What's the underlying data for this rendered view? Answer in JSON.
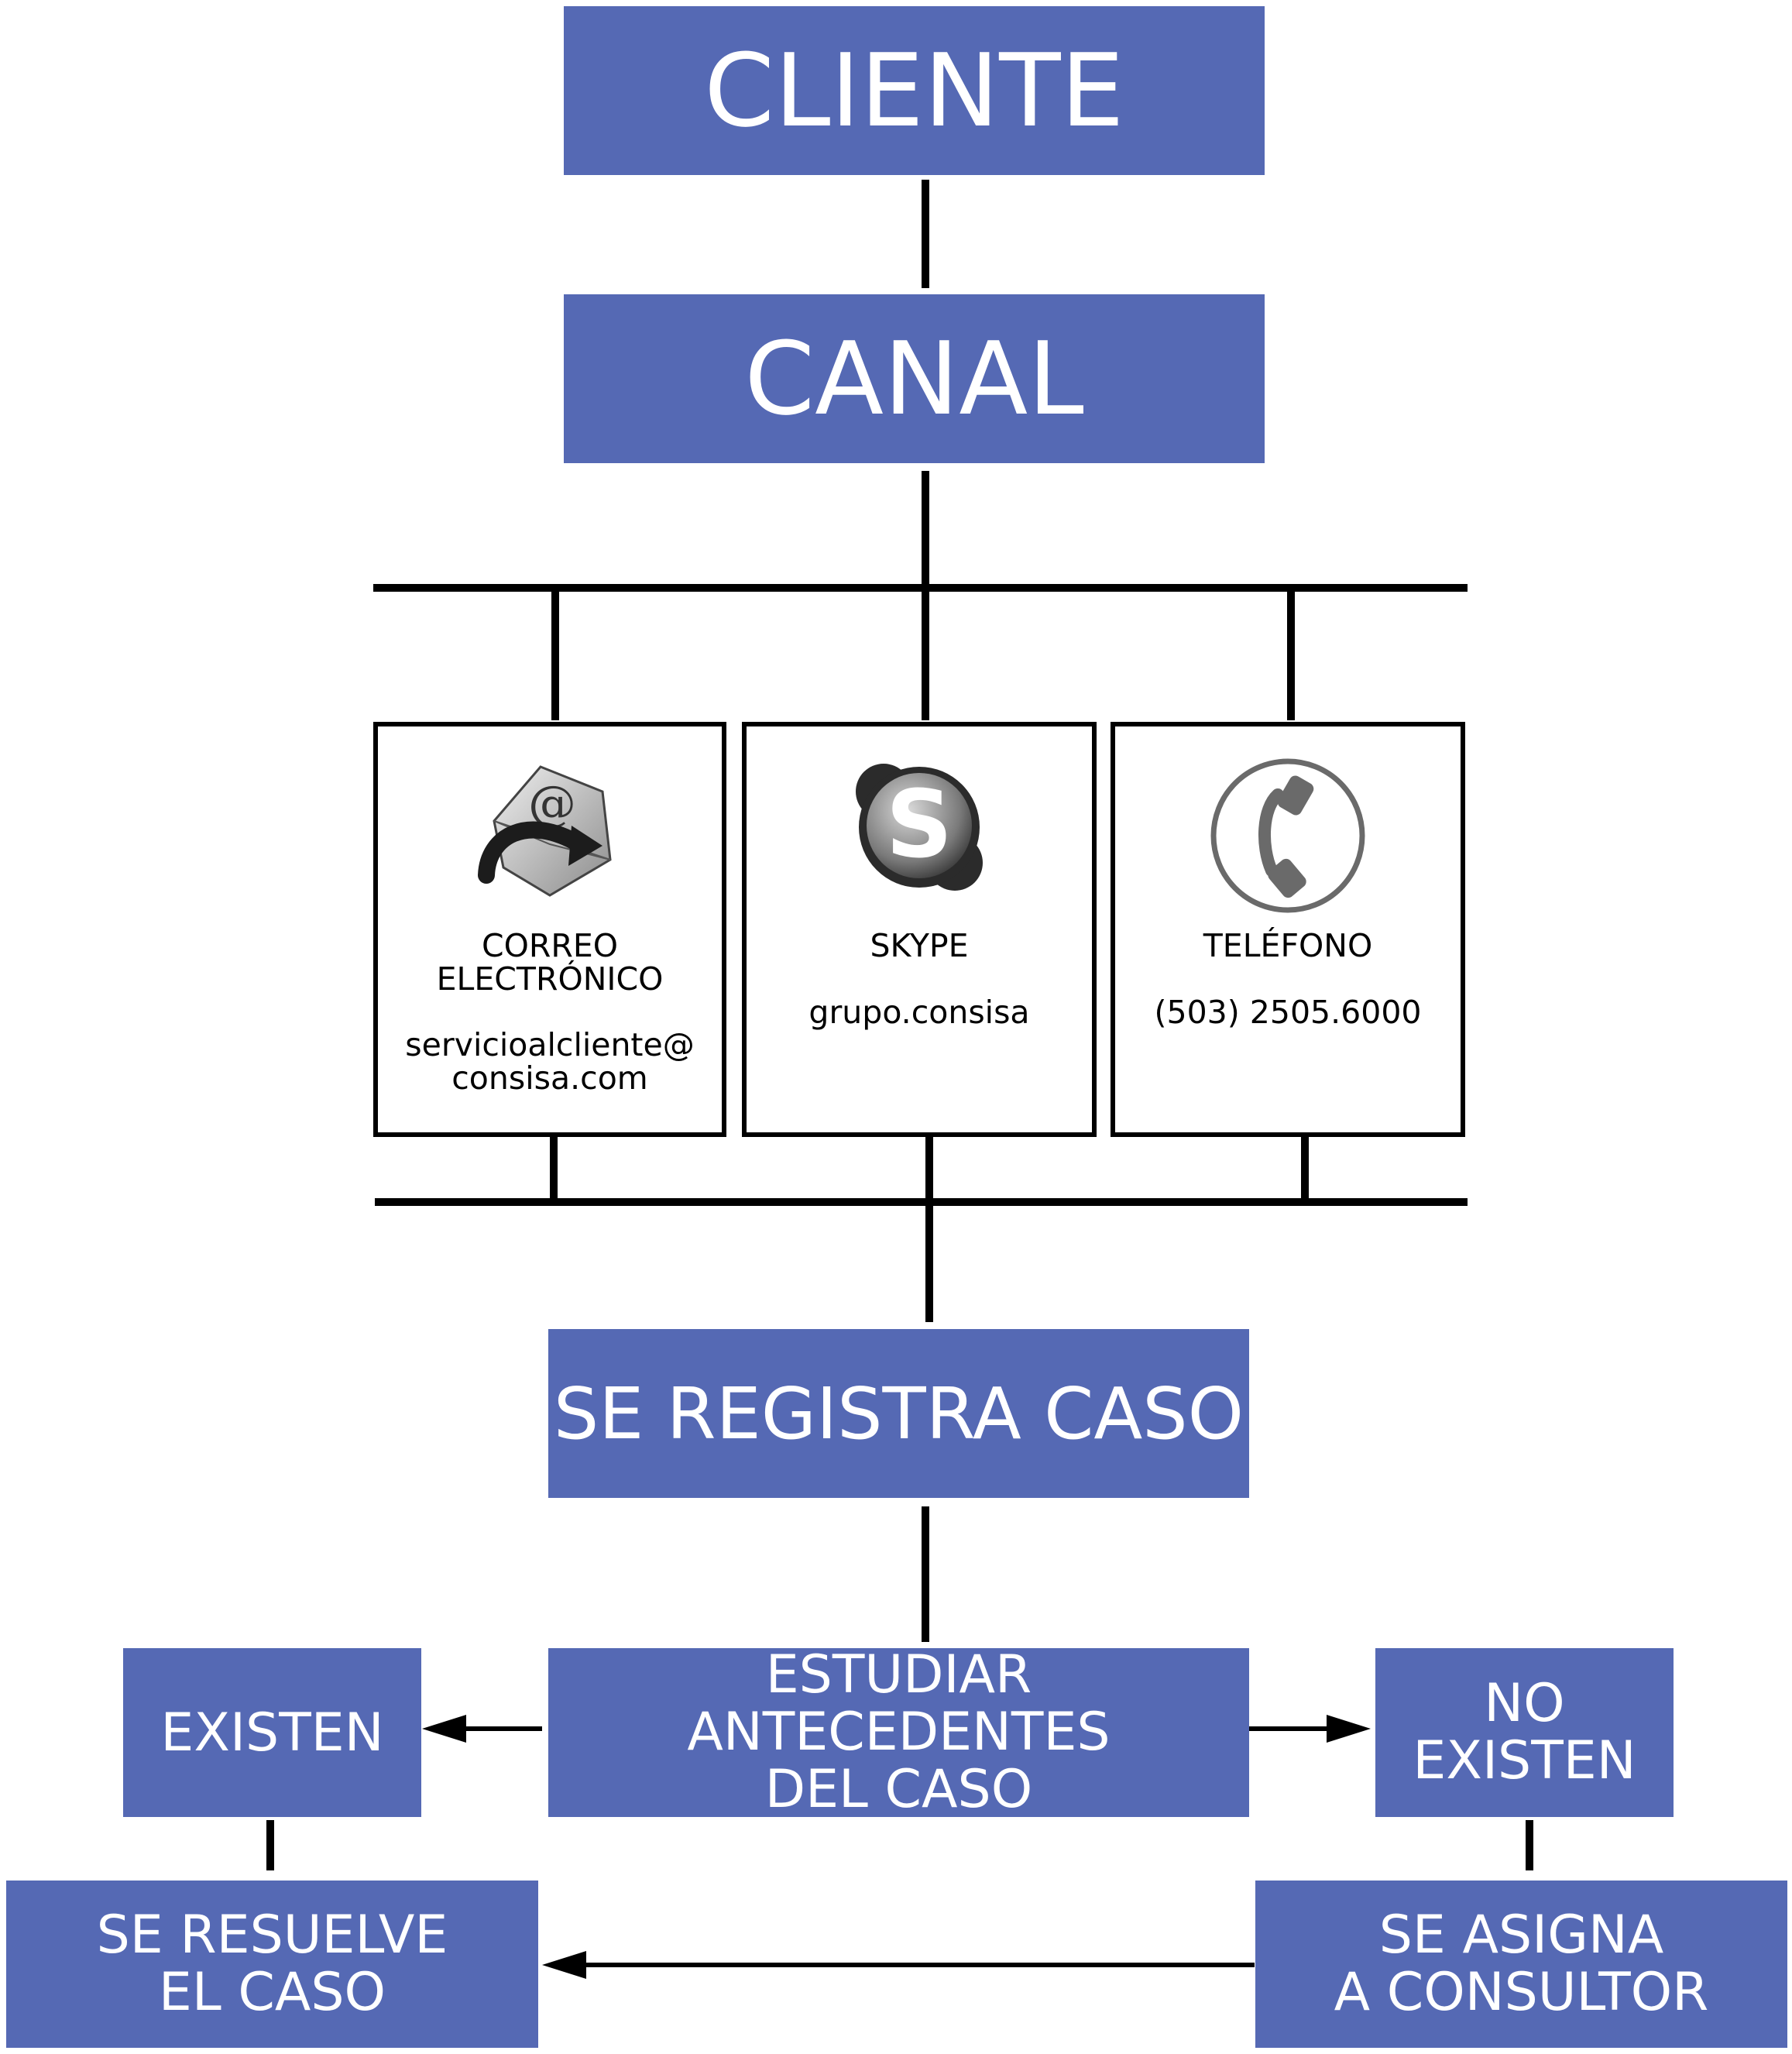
{
  "nodes": {
    "cliente": "CLIENTE",
    "canal": "CANAL",
    "registra": "SE REGISTRA CASO",
    "estudiar": "ESTUDIAR ANTECEDENTES\nDEL CASO",
    "existen": "EXISTEN",
    "no_existen": "NO\nEXISTEN",
    "resuelve": "SE RESUELVE\nEL CASO",
    "asigna": "SE ASIGNA\nA CONSULTOR"
  },
  "channels": [
    {
      "title": "CORREO\nELECTRÓNICO",
      "detail": "servicioalcliente@\nconsisa.com",
      "icon": "email-icon"
    },
    {
      "title": "SKYPE",
      "detail": "grupo.consisa",
      "icon": "skype-icon"
    },
    {
      "title": "TELÉFONO",
      "detail": "(503) 2505.6000",
      "icon": "phone-icon"
    }
  ],
  "colors": {
    "box": "#5569b4",
    "line": "#000000"
  }
}
